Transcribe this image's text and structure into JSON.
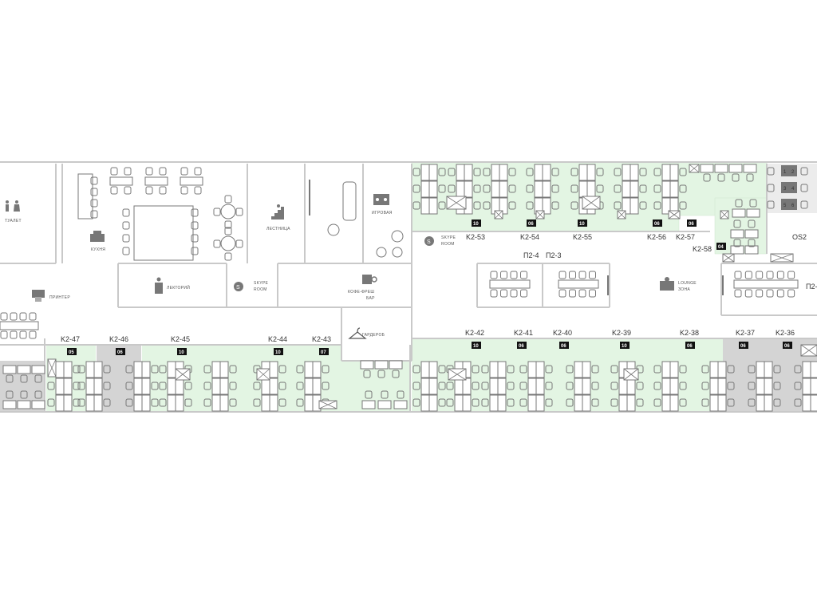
{
  "colors": {
    "free": "#e3f5e3",
    "occupied": "#d4d4d4",
    "wall": "#c9c9c9",
    "furniture": "#777777",
    "badge": "#111111"
  },
  "rooms": [
    {
      "id": "toilet",
      "label": "ТУАЛЕТ",
      "icon": "toilet-icon"
    },
    {
      "id": "kitchen",
      "label": "КУХНЯ",
      "icon": "kitchen-icon"
    },
    {
      "id": "printer",
      "label": "ПРИНТЕР",
      "icon": "printer-icon"
    },
    {
      "id": "lectern",
      "label": "ЛЕКТОРИЙ",
      "icon": "lectern-icon"
    },
    {
      "id": "skype1",
      "label": "SKYPE ROOM",
      "icon": "skype-icon"
    },
    {
      "id": "stairs",
      "label": "ЛЕСТНИЦА",
      "icon": "stairs-icon"
    },
    {
      "id": "game",
      "label": "ИГРОВАЯ",
      "icon": "game-icon"
    },
    {
      "id": "skype2",
      "label": "SKYPE ROOM",
      "icon": "skype-icon"
    },
    {
      "id": "coffee",
      "label": "КОФЕ-ФРЕШ БАР",
      "icon": "coffee-icon"
    },
    {
      "id": "wardrobe",
      "label": "ГАРДЕРОБ",
      "icon": "hanger-icon"
    },
    {
      "id": "lounge",
      "label": "LOUNGE ЗОНА",
      "icon": "lounge-icon"
    }
  ],
  "cabinets_top": [
    {
      "code": "K2-53",
      "seats": "10",
      "status": "free"
    },
    {
      "code": "K2-54",
      "seats": "06",
      "status": "free"
    },
    {
      "code": "K2-55",
      "seats": "10",
      "status": "free"
    },
    {
      "code": "K2-56",
      "seats": "06",
      "status": "free"
    },
    {
      "code": "K2-57",
      "seats": "06",
      "status": "free"
    },
    {
      "code": "K2-58",
      "seats": "04",
      "status": "free"
    }
  ],
  "cabinets_bottom": [
    {
      "code": "K2-47",
      "seats": "05",
      "status": "free"
    },
    {
      "code": "K2-46",
      "seats": "06",
      "status": "occupied"
    },
    {
      "code": "K2-45",
      "seats": "10",
      "status": "free"
    },
    {
      "code": "K2-44",
      "seats": "10",
      "status": "free"
    },
    {
      "code": "K2-43",
      "seats": "07",
      "status": "free"
    },
    {
      "code": "K2-42",
      "seats": "10",
      "status": "free"
    },
    {
      "code": "K2-41",
      "seats": "06",
      "status": "free"
    },
    {
      "code": "K2-40",
      "seats": "06",
      "status": "free"
    },
    {
      "code": "K2-39",
      "seats": "10",
      "status": "free"
    },
    {
      "code": "K2-38",
      "seats": "06",
      "status": "free"
    },
    {
      "code": "K2-37",
      "seats": "06",
      "status": "occupied"
    },
    {
      "code": "K2-36",
      "seats": "06",
      "status": "occupied"
    }
  ],
  "meeting_rooms": [
    {
      "code": "П2-4"
    },
    {
      "code": "П2-3"
    },
    {
      "code": "П2-"
    }
  ],
  "open_space": {
    "code": "OS2",
    "desks": [
      "1",
      "2",
      "3",
      "4",
      "5",
      "6"
    ]
  }
}
